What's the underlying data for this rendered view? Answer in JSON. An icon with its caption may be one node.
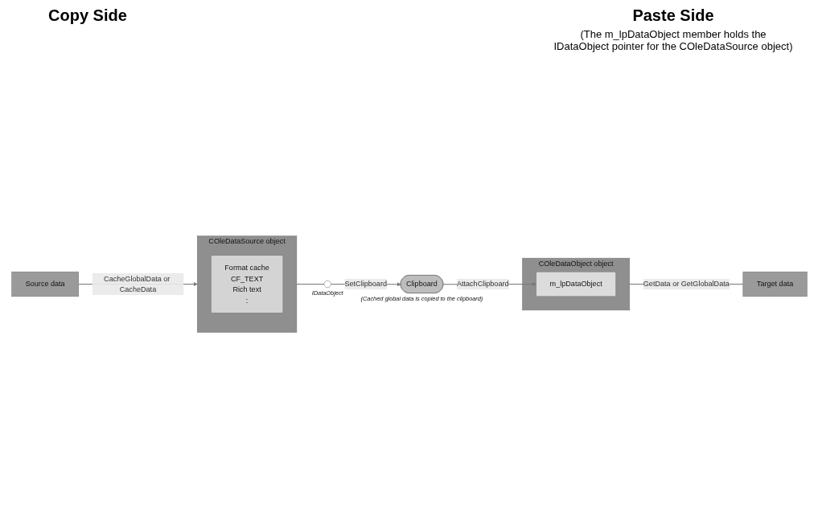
{
  "diagram": {
    "nodes": [
      {
        "text": [
          "Source data"
        ]
      },
      {
        "text": [
          "COleDataSource object"
        ]
      },
      {
        "text": [
          "Format cache",
          "CF_TEXT",
          "Rich text",
          ":"
        ],
        "in": 1
      },
      {
        "text": [],
        "shape": "circle",
        "beside": [
          "IDataObject"
        ]
      },
      {
        "text": [
          "Clipboard"
        ],
        "beside": [
          "(Cached global data is copied to the clipboard)"
        ]
      },
      {
        "text": [
          "COleDataObject object"
        ]
      },
      {
        "text": [
          "m_lpDataObject"
        ],
        "in": 5
      },
      {
        "text": [
          "Target data"
        ]
      }
    ],
    "edges": [
      {
        "from": 0,
        "to": 1,
        "arrow": "to",
        "label": "CacheGlobalData or CacheData"
      },
      {
        "from": 1,
        "to": 3,
        "arrow": "none"
      },
      {
        "from": 3,
        "to": 4,
        "arrow": "to",
        "label": "SetClipboard"
      },
      {
        "from": 4,
        "to": 6,
        "arrow": "to",
        "label": "AttachClipboard"
      },
      {
        "from": 5,
        "to": 7,
        "arrow": "none",
        "label": "GetData or GetGlobalData"
      }
    ],
    "labels": [
      "Copy Side",
      "Paste Side",
      "(The m_lpDataObject member holds the IDataObject pointer for the COleDataSource object)"
    ]
  }
}
